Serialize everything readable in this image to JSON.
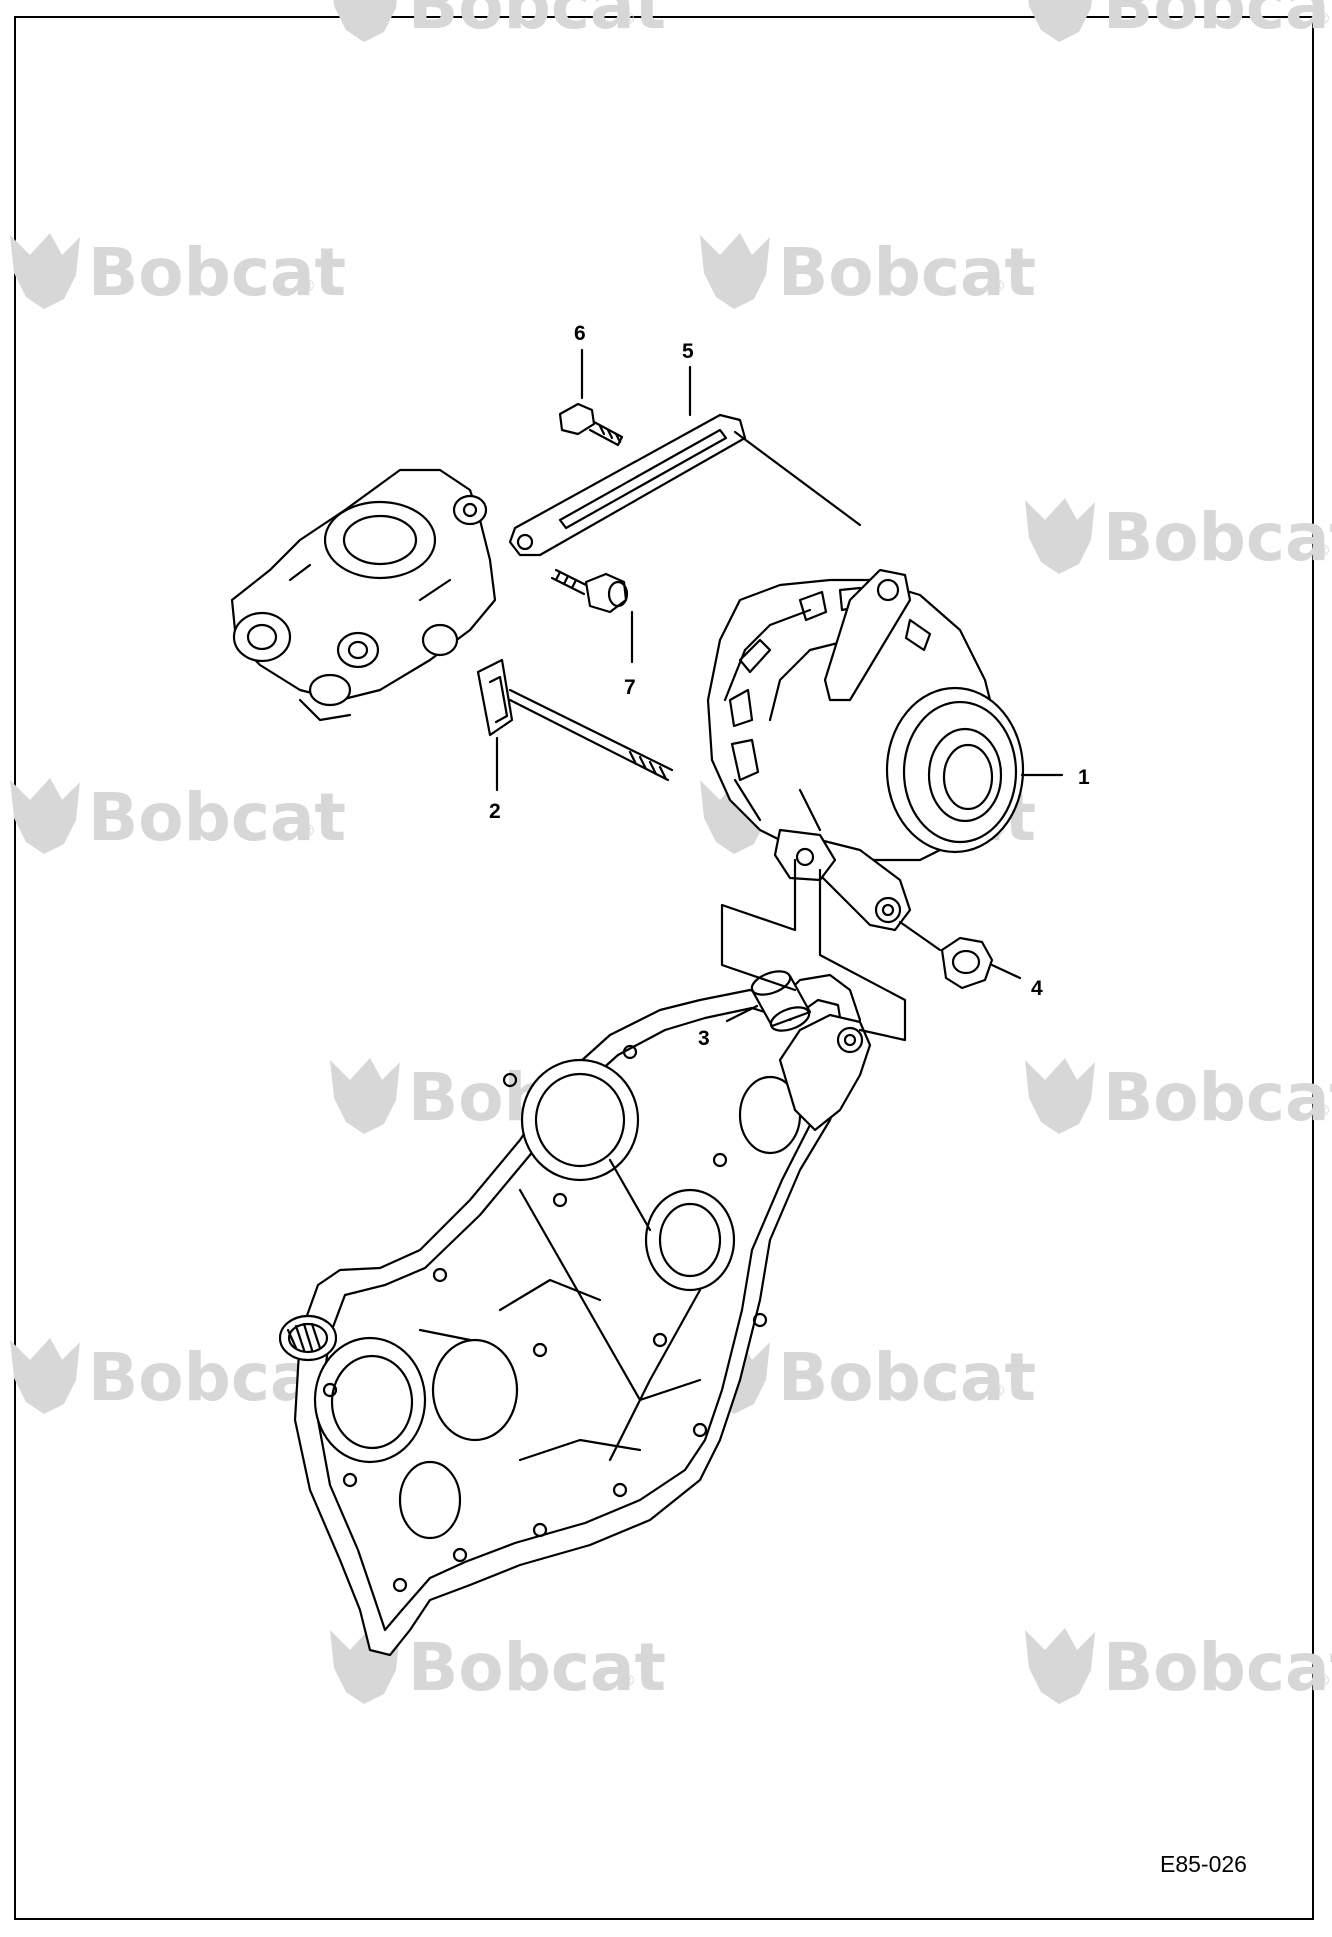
{
  "watermark": {
    "brand": "Bobcat",
    "mark": "®"
  },
  "callouts": [
    {
      "id": "1",
      "label": "1"
    },
    {
      "id": "2",
      "label": "2"
    },
    {
      "id": "3",
      "label": "3"
    },
    {
      "id": "4",
      "label": "4"
    },
    {
      "id": "5",
      "label": "5"
    },
    {
      "id": "6",
      "label": "6"
    },
    {
      "id": "7",
      "label": "7"
    }
  ],
  "drawing_code": "E85-026",
  "colors": {
    "line": "#000000",
    "watermark": "#d7d7d7",
    "background": "#ffffff"
  }
}
